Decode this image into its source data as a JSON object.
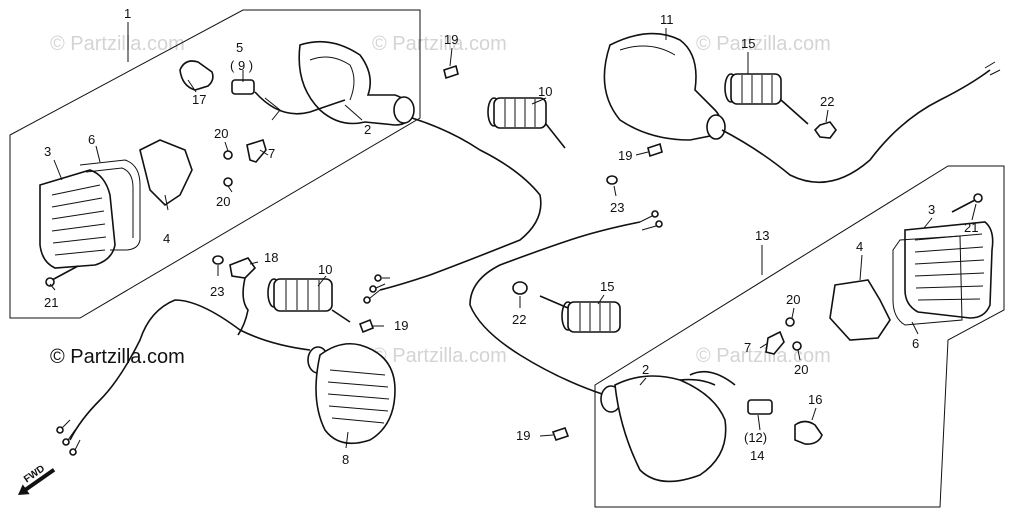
{
  "brand_label": "© Partzilla.com",
  "watermark_text": "© Partzilla.com",
  "fwd_label": "FWD",
  "callouts": {
    "c1": "1",
    "c2": "2",
    "c3": "3",
    "c4": "4",
    "c5": "5",
    "c6": "6",
    "c7": "7",
    "c8": "8",
    "c9": "( 9 )",
    "c10": "10",
    "c11": "11",
    "c12": "(12)",
    "c13": "13",
    "c14": "14",
    "c15": "15",
    "c16": "16",
    "c17": "17",
    "c18": "18",
    "c19": "19",
    "c20": "20",
    "c21": "21",
    "c22": "22",
    "c23": "23"
  },
  "colors": {
    "line": "#111111",
    "watermark": "#d4d4d4",
    "background": "#ffffff"
  }
}
